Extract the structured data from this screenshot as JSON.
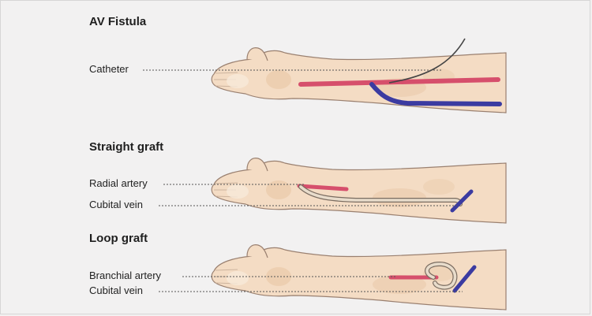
{
  "sections": [
    {
      "heading": "AV Fistula",
      "labels": [
        "Catheter"
      ]
    },
    {
      "heading": "Straight graft",
      "labels": [
        "Radial artery",
        "Cubital vein"
      ]
    },
    {
      "heading": "Loop graft",
      "labels": [
        "Branchial artery",
        "Cubital vein"
      ]
    }
  ],
  "colors": {
    "skin": "#f4dcc4",
    "skin_shadow": "#e9c9aa",
    "skin_outline": "#9a8070",
    "artery": "#d64f6c",
    "vein": "#3b3ba1",
    "graft": "#e8dccb",
    "catheter": "#444444"
  }
}
